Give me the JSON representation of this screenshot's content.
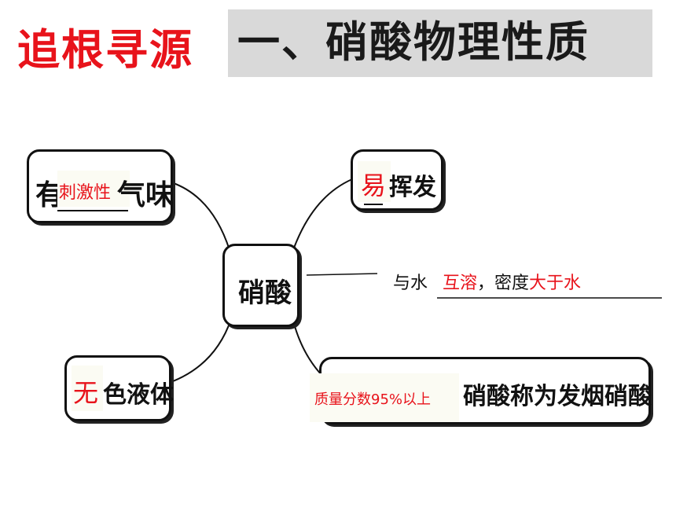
{
  "header": {
    "tag": "追根寻源",
    "title": "一、硝酸物理性质"
  },
  "center": {
    "label": "硝酸"
  },
  "odor": {
    "prefix": "有",
    "answer": "刺激性",
    "suffix": "气味"
  },
  "volatile": {
    "answer": "易",
    "suffix": "挥发"
  },
  "water": {
    "prefix": "与水",
    "answer1": "互溶",
    "comma": "，密度",
    "answer2": "大于水"
  },
  "color": {
    "answer": "无",
    "suffix": "色液体"
  },
  "fuming": {
    "answer": "质量分数95%以上",
    "suffix": "硝酸称为发烟硝酸"
  },
  "colors": {
    "red": "#e8131b",
    "title_bg": "#d9d9d9"
  }
}
